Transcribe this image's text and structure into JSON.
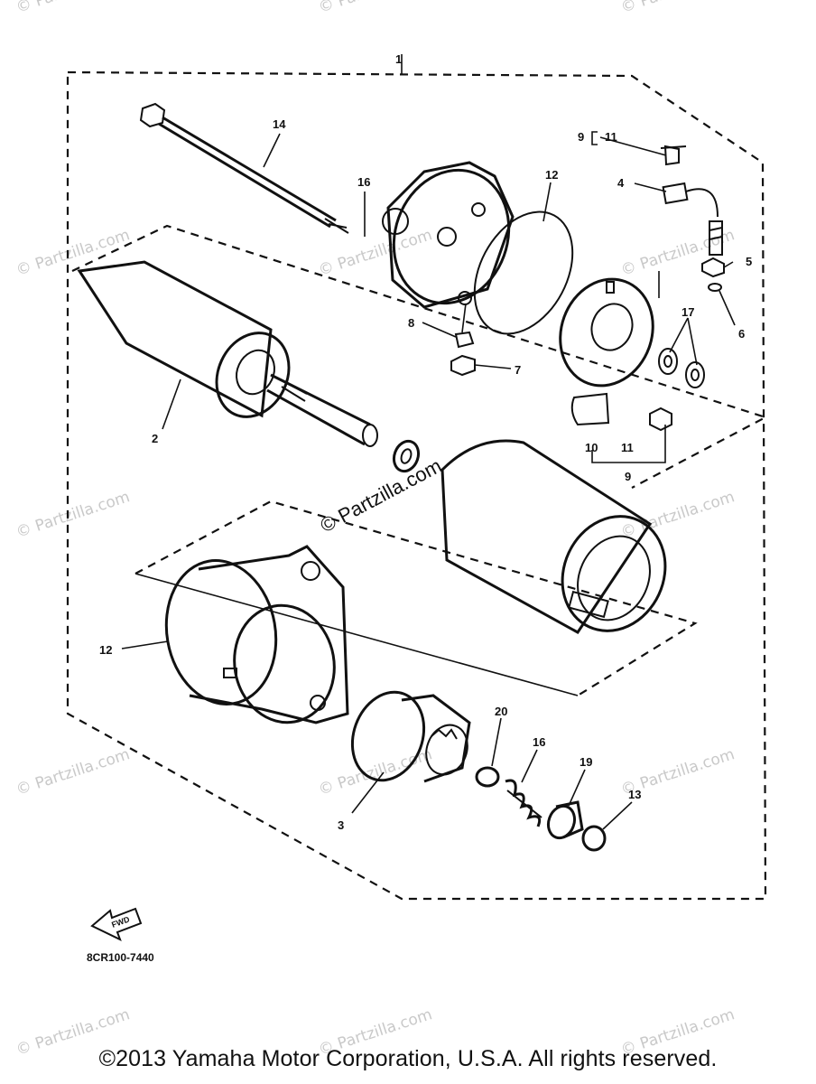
{
  "diagram_code": "8CR100-7440",
  "center_watermark": "© Partzilla.com",
  "watermark_text": "© Partzilla.com",
  "copyright": "©2013 Yamaha Motor Corporation, U.S.A. All rights reserved.",
  "fwd_label": "FWD",
  "callouts": {
    "c1": "1",
    "c2": "2",
    "c3": "3",
    "c4": "4",
    "c5": "5",
    "c6": "6",
    "c7": "7",
    "c8": "8",
    "c9a": "9",
    "c9b": "9",
    "c10": "10",
    "c11a": "11",
    "c11b": "11",
    "c12a": "12",
    "c12b": "12",
    "c13": "13",
    "c14": "14",
    "c16a": "16",
    "c16b": "16",
    "c17": "17",
    "c19": "19",
    "c20": "20"
  }
}
